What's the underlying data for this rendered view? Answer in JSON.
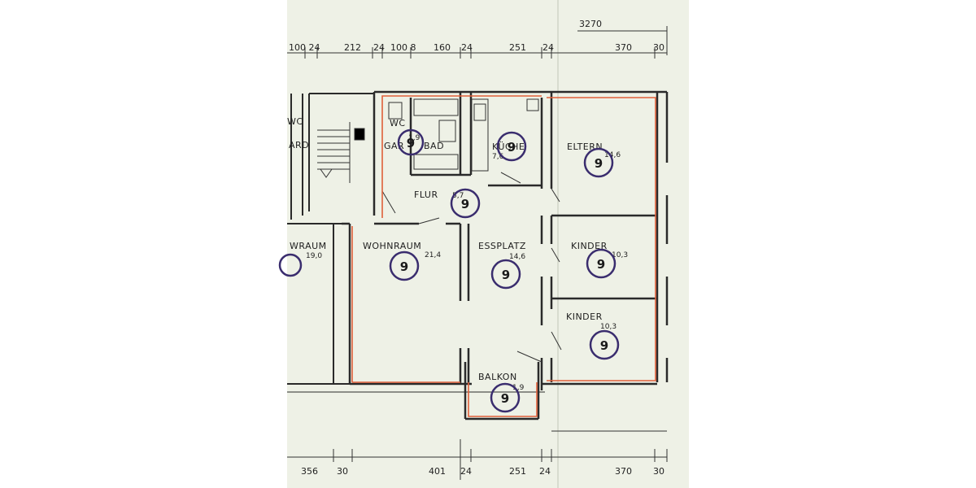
{
  "colors": {
    "paper": "#eef1e6",
    "ink": "#2a2a2a",
    "outline": "#e0603a",
    "badge": "#3a2d6e"
  },
  "dimensions_top": {
    "overall": "3270",
    "segments": [
      "100 24",
      "212",
      "24",
      "100 8",
      "160",
      "24",
      "251",
      "24",
      "370",
      "30"
    ]
  },
  "dimensions_bottom": {
    "segments": [
      "356",
      "30",
      "401",
      "24",
      "251",
      "24",
      "370",
      "30"
    ]
  },
  "rooms": {
    "wc": {
      "label": "WC",
      "area": "1,9"
    },
    "gard": {
      "label": "GAR"
    },
    "bad": {
      "label": "BAD"
    },
    "kueche": {
      "label": "KÜCHE",
      "area": "7,6"
    },
    "eltern": {
      "label": "ELTERN",
      "area": "14,6"
    },
    "flur": {
      "label": "FLUR",
      "area": "5,7"
    },
    "wohnraum": {
      "label": "WOHNRAUM",
      "area": "21,4"
    },
    "essplatz": {
      "label": "ESSPLATZ",
      "area": "14,6"
    },
    "kinder_1": {
      "label": "KINDER",
      "area": "10,3"
    },
    "kinder_2": {
      "label": "KINDER",
      "area": "10,3"
    },
    "balkon": {
      "label": "BALKON",
      "area": "1,9"
    },
    "neighbor_left": {
      "label": "WRAUM",
      "area": "19,0"
    },
    "neighbor_wc": {
      "label": "WC"
    },
    "neighbor_gard": {
      "label": "ARD"
    }
  },
  "badge_label": "9"
}
